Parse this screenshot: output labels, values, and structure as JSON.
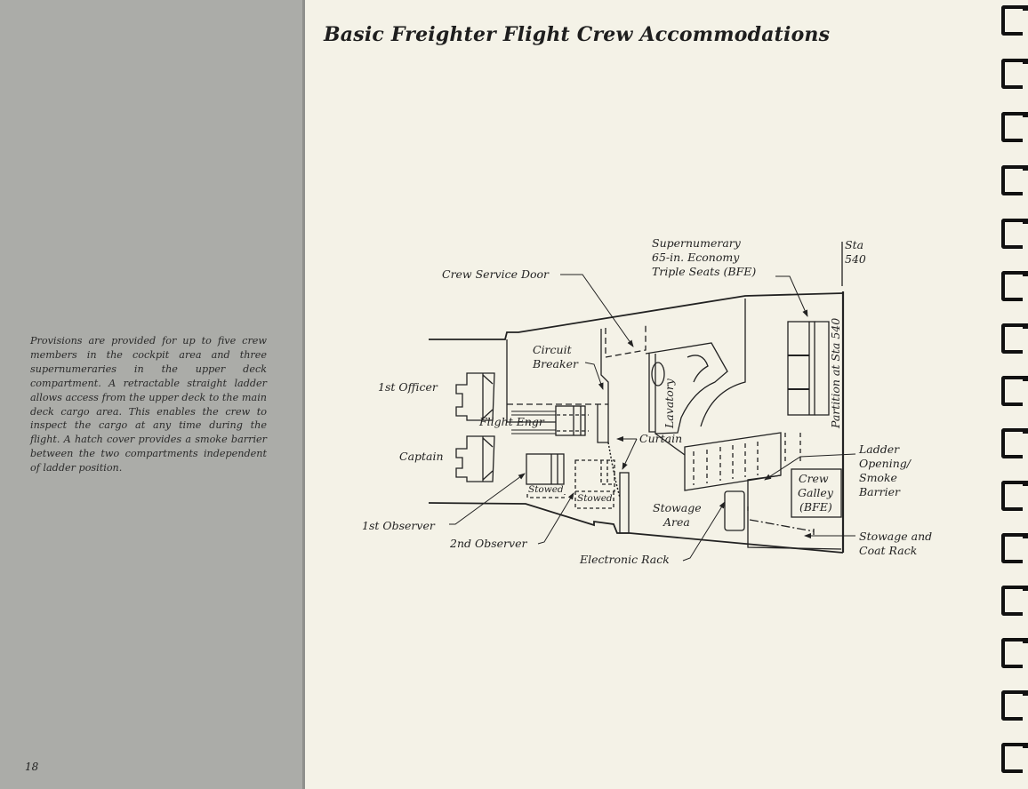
{
  "page": {
    "title": "Basic Freighter Flight Crew Accommodations",
    "page_number": "18",
    "intro_text": "Provisions are provided for up to five crew members in the cockpit area and three supernumeraries in the upper deck compartment. A retractable straight ladder allows access from the upper deck to the main deck cargo area. This enables the crew to inspect the cargo at any time during the flight. A hatch cover provides a smoke barrier between the two compartments independent of ladder position."
  },
  "diagram": {
    "labels": {
      "supernumerary_1": "Supernumerary",
      "supernumerary_2": "65-in. Economy",
      "supernumerary_3": "Triple Seats (BFE)",
      "sta_1": "Sta",
      "sta_2": "540",
      "crew_service_door": "Crew Service Door",
      "circuit_breaker_1": "Circuit",
      "circuit_breaker_2": "Breaker",
      "first_officer": "1st Officer",
      "flight_engr": "Flight Engr",
      "captain": "Captain",
      "curtain": "Curtain",
      "lavatory": "Lavatory",
      "partition": "Partition at Sta 540",
      "stowed_1": "Stowed",
      "stowed_2": "Stowed",
      "first_observer": "1st Observer",
      "second_observer": "2nd Observer",
      "stowage_area_1": "Stowage",
      "stowage_area_2": "Area",
      "electronic_rack": "Electronic Rack",
      "crew_galley_1": "Crew",
      "crew_galley_2": "Galley",
      "crew_galley_3": "(BFE)",
      "ladder_1": "Ladder",
      "ladder_2": "Opening/",
      "ladder_3": "Smoke",
      "ladder_4": "Barrier",
      "stowage_coat_1": "Stowage and",
      "stowage_coat_2": "Coat Rack"
    }
  }
}
